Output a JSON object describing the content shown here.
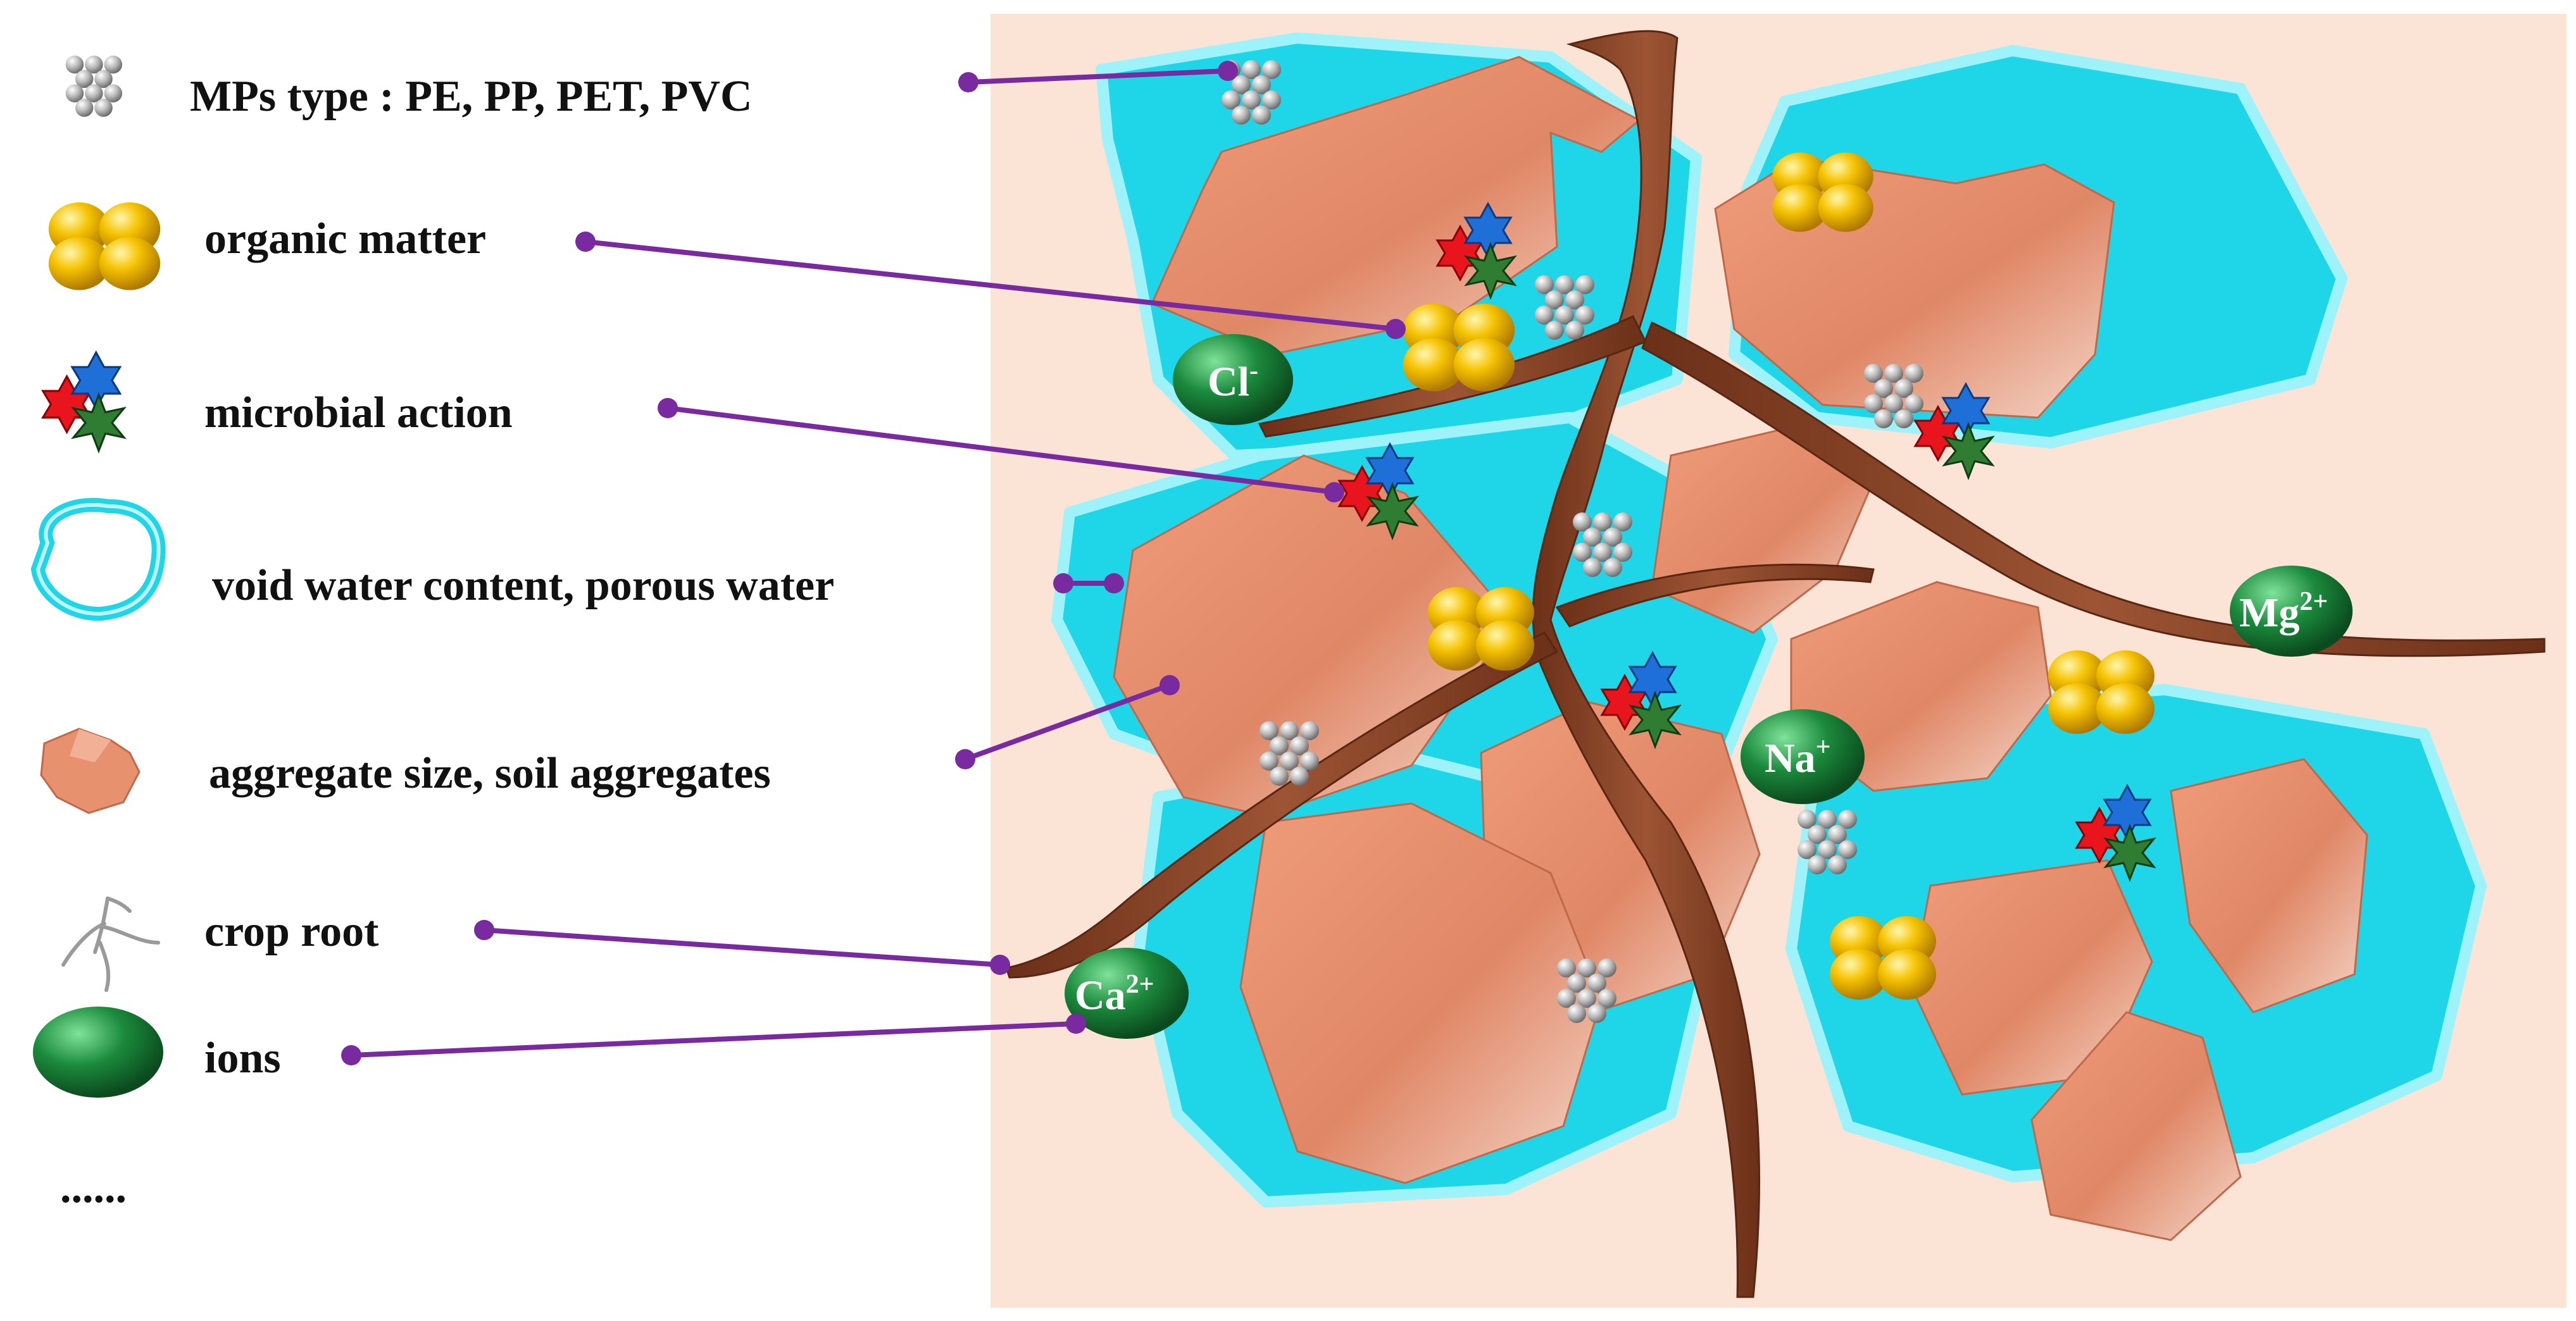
{
  "legend": {
    "mps_label": "MPs type : PE, PP, PET, PVC",
    "organic_label": "organic matter",
    "microbial_label": "microbial action",
    "water_label": "void water content, porous water",
    "aggregate_label": "aggregate size, soil aggregates",
    "root_label": "crop root",
    "ions_label": "ions",
    "ellipsis": "......"
  },
  "ions": {
    "cl": "Cl",
    "cl_charge": "-",
    "mg": "Mg",
    "mg_charge": "2+",
    "na": "Na",
    "na_charge": "+",
    "ca": "Ca",
    "ca_charge": "2+"
  },
  "colors": {
    "soil_background": "#fbe3d6",
    "water": "#1fd6e8",
    "water_edge": "#9ef3fa",
    "aggregate": "#e7916f",
    "root": "#8a4528",
    "organic_matter": "#f5c200",
    "microplastic": "#b5b5b5",
    "microbe_red": "#e8141e",
    "microbe_blue": "#1f6fd8",
    "microbe_green": "#2e7d32",
    "ion": "#1b8a3c",
    "connector": "#7a2aa0"
  }
}
